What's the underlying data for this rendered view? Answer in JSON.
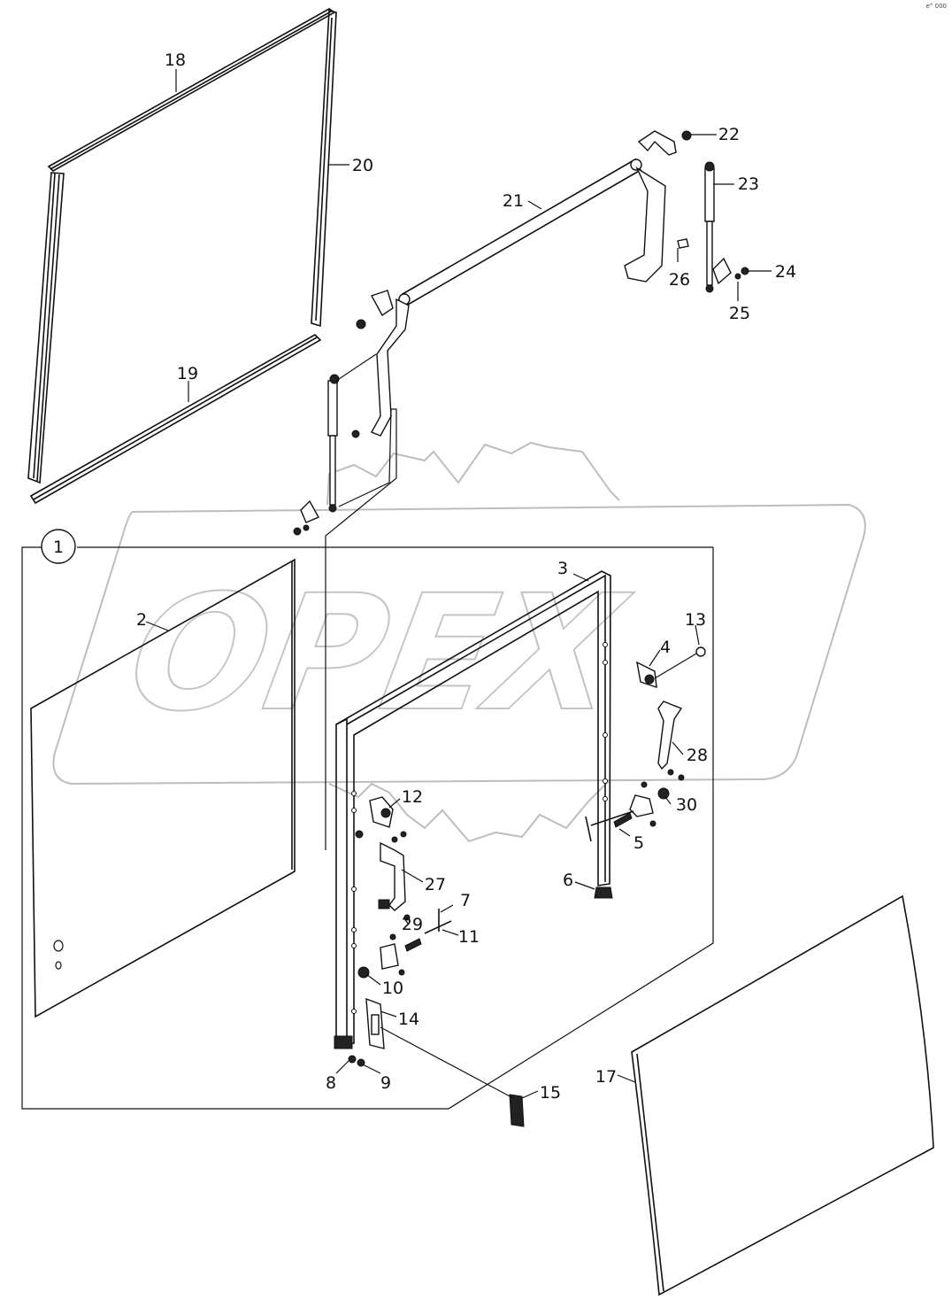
{
  "corner_code": "e° 000",
  "watermark_text": "OPEX",
  "assembly": {
    "number": "1"
  },
  "callouts": [
    "18",
    "20",
    "22",
    "21",
    "23",
    "26",
    "24",
    "25",
    "19",
    "2",
    "3",
    "13",
    "4",
    "28",
    "12",
    "30",
    "5",
    "27",
    "6",
    "7",
    "11",
    "29",
    "10",
    "14",
    "8",
    "9",
    "15",
    "17"
  ]
}
